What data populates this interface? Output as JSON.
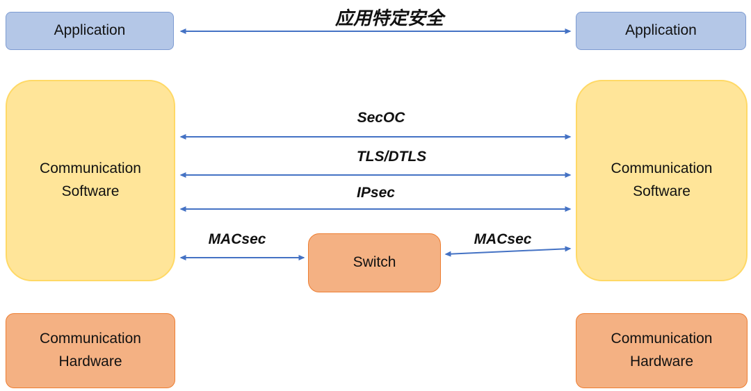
{
  "title": "应用特定安全",
  "left": {
    "application": "Application",
    "software": "Communication Software",
    "hardware": "Communication Hardware"
  },
  "right": {
    "application": "Application",
    "software": "Communication Software",
    "hardware": "Communication Hardware"
  },
  "center": {
    "switch": "Switch"
  },
  "protocols": {
    "secoc": "SecOC",
    "tls_dtls": "TLS/DTLS",
    "ipsec": "IPsec",
    "macsec_left": "MACsec",
    "macsec_right": "MACsec"
  },
  "colors": {
    "arrow": "#4472c4",
    "application_fill": "#b4c7e7",
    "application_border": "#7d9bd1",
    "software_fill": "#ffe599",
    "software_border": "#ffd966",
    "hardware_fill": "#f4b183",
    "hardware_border": "#ed7d31",
    "text": "#111111"
  }
}
